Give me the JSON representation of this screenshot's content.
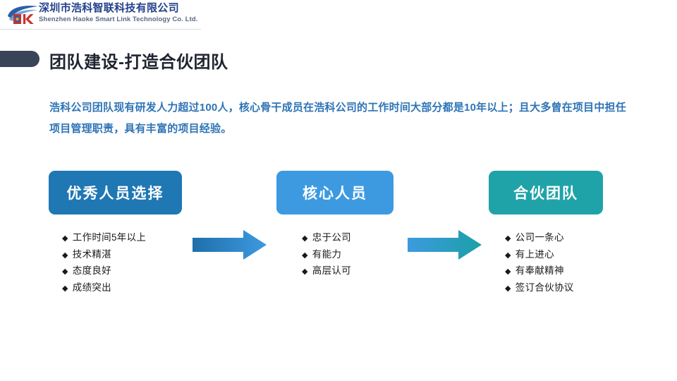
{
  "header": {
    "logo_icon": "haoke-swoosh-hk-logo",
    "company_cn": "深圳市浩科智联科技有限公司",
    "company_en": "Shenzhen Haoke Smart Link Technology Co. Ltd.",
    "brand_blue": "#23418c",
    "brand_red": "#c8322b"
  },
  "title": {
    "text": "团队建设-打造合伙团队",
    "pill_color": "#3a4459"
  },
  "lead": {
    "text": "浩科公司团队现有研发人力超过100人，核心骨干成员在浩科公司的工作时间大部分都是10年以上；且大多曾在项目中担任项目管理职责，具有丰富的项目经验。",
    "color": "#2e74b5"
  },
  "flow": {
    "boxes": [
      {
        "label": "优秀人员选择",
        "color": "#1f77b4"
      },
      {
        "label": "核心人员",
        "color": "#3d9ae0"
      },
      {
        "label": "合伙团队",
        "color": "#20a3a8"
      }
    ],
    "arrows": [
      {
        "name": "arrow-stage1-to-stage2",
        "from_color": "#1f6fab",
        "to_color": "#3d9ae0"
      },
      {
        "name": "arrow-stage2-to-stage3",
        "from_color": "#3d9ae0",
        "to_color": "#20a3a8"
      }
    ],
    "lists": [
      {
        "bullet": "◆",
        "items": [
          "工作时间5年以上",
          "技术精湛",
          "态度良好",
          "成绩突出"
        ]
      },
      {
        "bullet": "◆",
        "items": [
          "忠于公司",
          "有能力",
          "高层认可"
        ]
      },
      {
        "bullet": "◆",
        "items": [
          "公司一条心",
          "有上进心",
          "有奉献精神",
          "签订合伙协议"
        ]
      }
    ]
  }
}
